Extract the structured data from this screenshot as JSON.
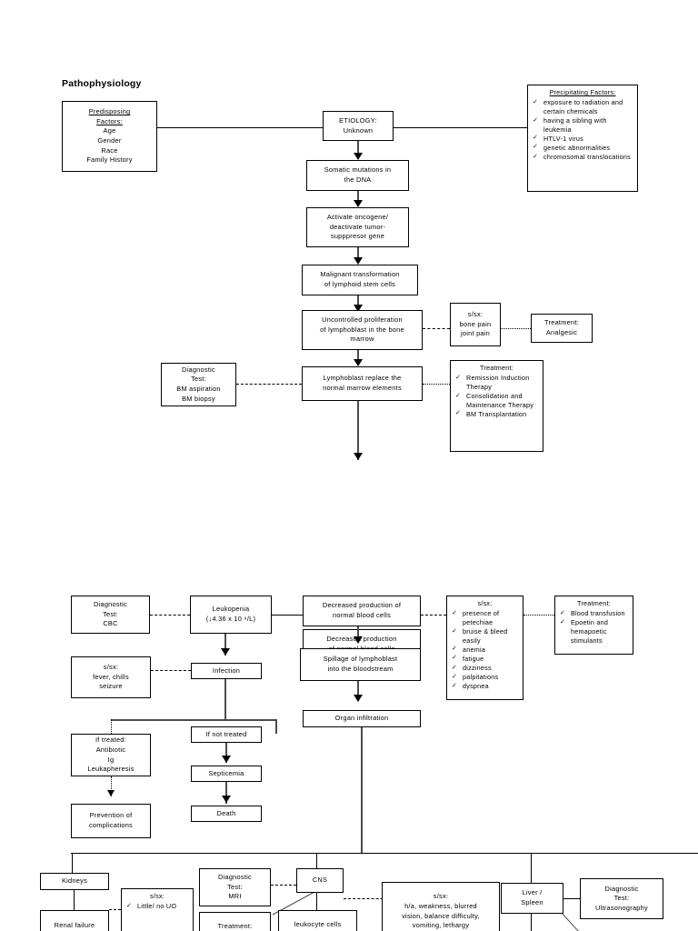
{
  "page": {
    "heading": "Pathophysiology"
  },
  "section1": {
    "predisposing": {
      "title1": "Predisposing",
      "title2": "Factors:",
      "items": [
        "Age",
        "Gender",
        "Race",
        "Family History"
      ]
    },
    "etiology": {
      "line1": "ETIOLOGY:",
      "line2": "Unknown"
    },
    "precipitating": {
      "title": "Precipitating Factors:",
      "items": [
        "exposure to radiation and certain chemicals",
        "having a sibling with leukemia",
        "HTLV-1 virus",
        "genetic abnormalities",
        "chromosomal translocations"
      ]
    },
    "somatic": {
      "line1": "Somatic mutations in",
      "line2": "the DNA"
    },
    "oncogene": {
      "line1": "Activate oncogene/",
      "line2": "deactivate tumor-",
      "line3": "supppresor gene"
    },
    "malignant": {
      "line1": "Malignant transformation",
      "line2": "of lymphoid stem cells"
    },
    "uncontrolled": {
      "line1": "Uncontrolled proliferation",
      "line2": "of lymphoblast in the bone",
      "line3": "marrow"
    },
    "ssx_bone": {
      "title": "s/sx:",
      "line1": "bone pain",
      "line2": "joint pain"
    },
    "treatment_analgesic": {
      "title": "Treatment:",
      "line1": "Analgesic"
    },
    "diagnostic_bm": {
      "line1": "Diagnostic",
      "line2": "Test:",
      "line3": "BM aspiration",
      "line4": "BM biopsy"
    },
    "lymphoblast_replace": {
      "line1": "Lymphoblast replace the",
      "line2": "normal marrow elements"
    },
    "treatment_main": {
      "title": "Treatment:",
      "items": [
        "Remission Induction Therapy",
        "Consolidation and Maintenance Therapy",
        "BM Transplantation"
      ]
    }
  },
  "section2": {
    "diagnostic_cbc": {
      "line1": "Diagnostic",
      "line2": "Test:",
      "line3": "CBC"
    },
    "leukopenia": {
      "line1": "Leukopenia",
      "line2": "(↓4.36 x 10 ⁹/L)"
    },
    "decreased_prod_1": {
      "line1": "Decreased production of",
      "line2": "normal blood cells"
    },
    "decreased_prod_2": {
      "line1": "Decreased production",
      "line2": "of normal blood cells"
    },
    "spillage": {
      "line1": "Spillage of lymphoblast",
      "line2": "into the bloodstream"
    },
    "ssx_petechiae": {
      "title": "s/sx:",
      "items": [
        "presence of petechiae",
        "bruise & bleed easily",
        "anemia",
        "fatigue",
        "dizziness",
        "palpitations",
        "dyspnea"
      ]
    },
    "treatment_blood": {
      "title": "Treatment:",
      "items": [
        "Blood transfusion",
        "Epoetin and hemapoetic stimulants"
      ]
    },
    "ssx_fever": {
      "title": "s/sx:",
      "line1": "fever, chills",
      "line2": "seizure"
    },
    "infection": {
      "line1": "Infection"
    },
    "organ_infiltration": {
      "line1": "Organ infiltration"
    },
    "if_treated": {
      "line1": "If treated:",
      "line2": "Antibiotic",
      "line3": "Ig",
      "line4": "Leukapheresis"
    },
    "if_not_treated": {
      "line1": "If not treated"
    },
    "septicemia": {
      "line1": "Septicemia"
    },
    "death": {
      "line1": "Death"
    },
    "prevention": {
      "line1": "Prevention of",
      "line2": "complications"
    }
  },
  "section3": {
    "kidneys": {
      "line1": "Kidneys"
    },
    "renal_failure": {
      "line1": "Renal failure"
    },
    "ssx_kidney": {
      "title": "s/sx:",
      "items": [
        "Little/ no UO"
      ]
    },
    "diagnostic_mri": {
      "line1": "Diagnostic",
      "line2": "Test:",
      "line3": "MRI"
    },
    "cns": {
      "line1": "CNS"
    },
    "treatment_cns": {
      "line1": "Treatment:"
    },
    "leukocyte_cells": {
      "line1": "leukocyte cells"
    },
    "ssx_cns": {
      "title": "s/sx:",
      "line1": "h/a, weakness, blurred",
      "line2": "vision, balance difficulty,",
      "line3": "vomiting, lethargy"
    },
    "liver_spleen": {
      "line1": "Liver /",
      "line2": "Spleen"
    },
    "diagnostic_uls": {
      "line1": "Diagnostic",
      "line2": "Test:",
      "line3": "Ultrasonography"
    }
  },
  "icons": {
    "check": "✓",
    "arrow_down": "arrow-down-icon"
  },
  "colors": {
    "line": "#000000",
    "arrow": "#000000",
    "thick_line": "#4c4c4c",
    "background": "#ffffff"
  }
}
